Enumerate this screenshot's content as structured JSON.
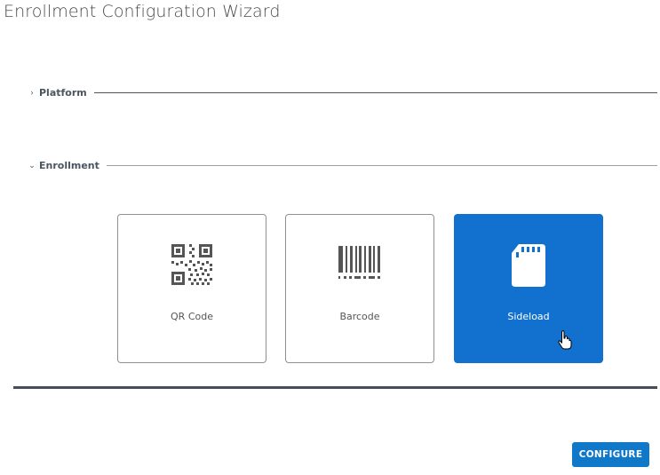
{
  "window": {
    "title": "Enrollment Configuration Wizard"
  },
  "sections": [
    {
      "label": "Platform",
      "expanded": false,
      "chevron_icon": "chevron-right-icon"
    },
    {
      "label": "Enrollment",
      "expanded": true,
      "chevron_icon": "chevron-down-icon"
    }
  ],
  "chevrons": {
    "collapsed": "›",
    "expanded": "⌄"
  },
  "enrollment_options": [
    {
      "label": "QR Code",
      "icon": "qr-code-icon",
      "selected": false
    },
    {
      "label": "Barcode",
      "icon": "barcode-icon",
      "selected": false
    },
    {
      "label": "Sideload",
      "icon": "sd-card-icon",
      "selected": true
    }
  ],
  "actions": {
    "configure_label": "CONFIGURE"
  },
  "colors": {
    "selected_card": "#1271cf",
    "button": "#1078c8",
    "divider": "#444f5a",
    "icon_gray": "#555555"
  }
}
